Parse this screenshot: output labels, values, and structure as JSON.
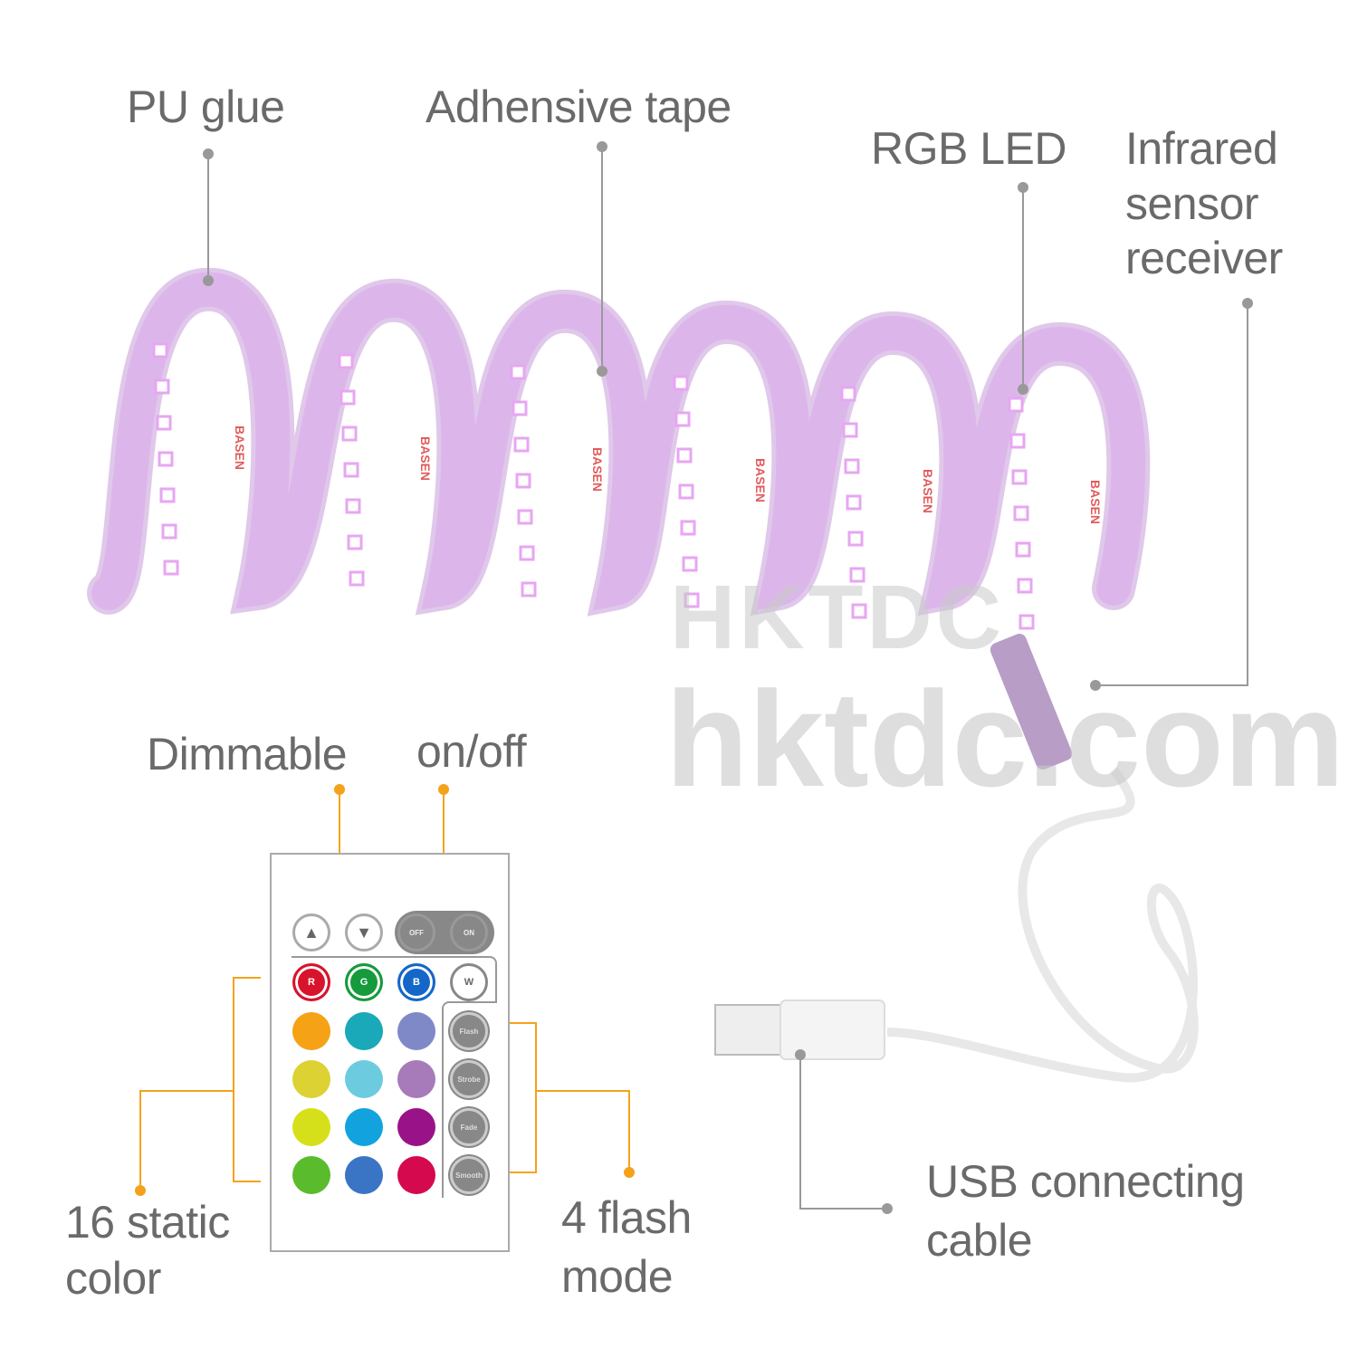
{
  "labels": {
    "pu_glue": "PU glue",
    "adhesive_tape": "Adhensive tape",
    "rgb_led": "RGB LED",
    "infrared": [
      "Infrared",
      "sensor",
      "receiver"
    ],
    "dimmable": "Dimmable",
    "on_off": "on/off",
    "static_color": [
      "16 static",
      "color"
    ],
    "flash_mode": [
      "4 flash",
      "mode"
    ],
    "usb_cable": [
      "USB connecting",
      "cable"
    ]
  },
  "strip_brand": "BASEN",
  "watermark": {
    "logo": "HKTDC",
    "site": "hktdc.com"
  },
  "remote": {
    "top_buttons": [
      {
        "name": "brightness-up",
        "icon": "chevron-up-icon"
      },
      {
        "name": "brightness-down",
        "icon": "chevron-down-icon"
      },
      {
        "name": "off",
        "label": "OFF",
        "icon": "power-icon"
      },
      {
        "name": "on",
        "label": "ON",
        "icon": "power-icon"
      }
    ],
    "rgbw": [
      {
        "label": "R",
        "color": "#d8132b"
      },
      {
        "label": "G",
        "color": "#159a3c"
      },
      {
        "label": "B",
        "color": "#1467c8"
      },
      {
        "label": "W",
        "color": "#888888"
      }
    ],
    "colors": [
      [
        "#f5a216",
        "#19a9b8",
        "#8089c8"
      ],
      [
        "#dcd233",
        "#6dcbe0",
        "#a77ab9"
      ],
      [
        "#d6e01a",
        "#12a3de",
        "#9a1287"
      ],
      [
        "#5abb2c",
        "#3a74c5",
        "#d5094e"
      ]
    ],
    "modes": [
      "Flash",
      "Strobe",
      "Fade",
      "Smooth"
    ]
  },
  "colors": {
    "accent": "#f5a21b",
    "label_text": "#6a6a6a",
    "leader_gray": "#999999",
    "strip": "#dcb6ea"
  }
}
